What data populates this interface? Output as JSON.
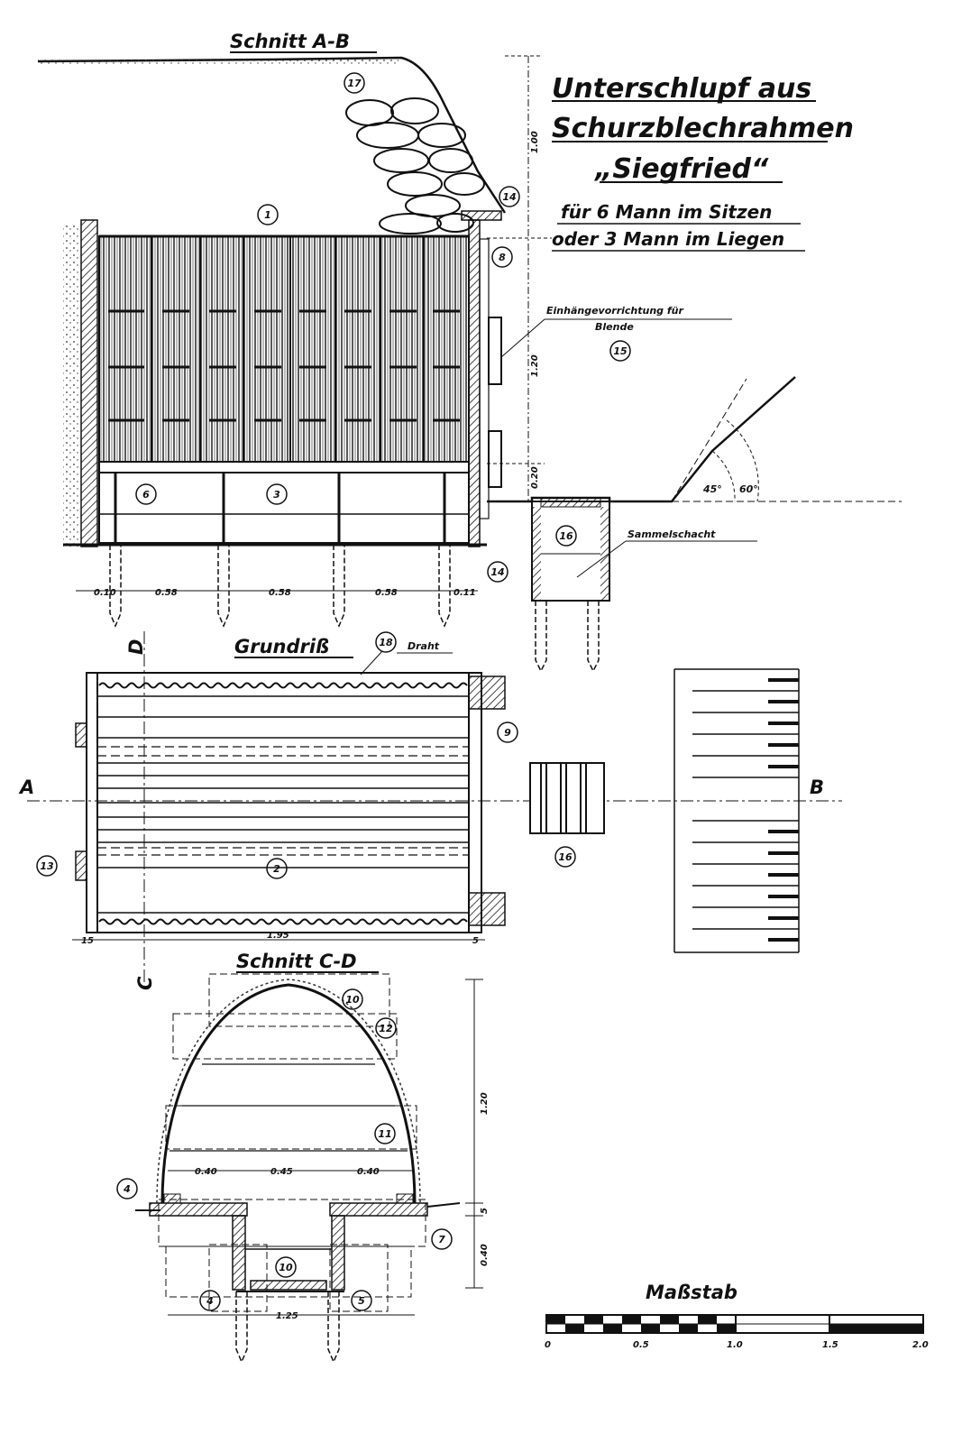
{
  "title": {
    "line1": "Unterschlupf aus",
    "line2": "Schurzblechrahmen",
    "line3": "„Siegfried“",
    "capacity1": "für  6 Mann im Sitzen",
    "capacity2": "oder 3 Mann im Liegen"
  },
  "sections": {
    "ab": "Schnitt A-B",
    "plan": "Grundriß",
    "cd": "Schnitt C-D"
  },
  "section_marks": {
    "a": "A",
    "b": "B",
    "c": "C",
    "d": "D"
  },
  "notes": {
    "hanger_line1": "Einhängevorrichtung für",
    "hanger_line2": "Blende",
    "sump": "Sammelschacht",
    "wire": "Draht"
  },
  "angles": {
    "a45": "45°",
    "a60": "60°"
  },
  "dimensions": {
    "d_100": "1.00",
    "d_120": "1.20",
    "d_020": "0.20",
    "d_010": "0.10",
    "d_058a": "0.58",
    "d_058b": "0.58",
    "d_058c": "0.58",
    "d_011": "0.11",
    "d_15": "15",
    "d_195": "1.95",
    "d_5a": "5",
    "d_040a": "0.40",
    "d_045": "0.45",
    "d_040b": "0.40",
    "d_120b": "1.20",
    "d_5b": "5",
    "d_040c": "0.40",
    "d_125": "1.25"
  },
  "callouts": {
    "c1": "1",
    "c2": "2",
    "c3": "3",
    "c4a": "4",
    "c4b": "4",
    "c5": "5",
    "c6": "6",
    "c7": "7",
    "c8": "8",
    "c9": "9",
    "c10a": "10",
    "c10b": "10",
    "c11": "11",
    "c12": "12",
    "c13": "13",
    "c14a": "14",
    "c14b": "14",
    "c15": "15",
    "c16a": "16",
    "c16b": "16",
    "c17": "17",
    "c18": "18"
  },
  "scale": {
    "label": "Maßstab",
    "ticks": [
      "0",
      "0.5",
      "1.0",
      "1.5",
      "2.0"
    ]
  }
}
